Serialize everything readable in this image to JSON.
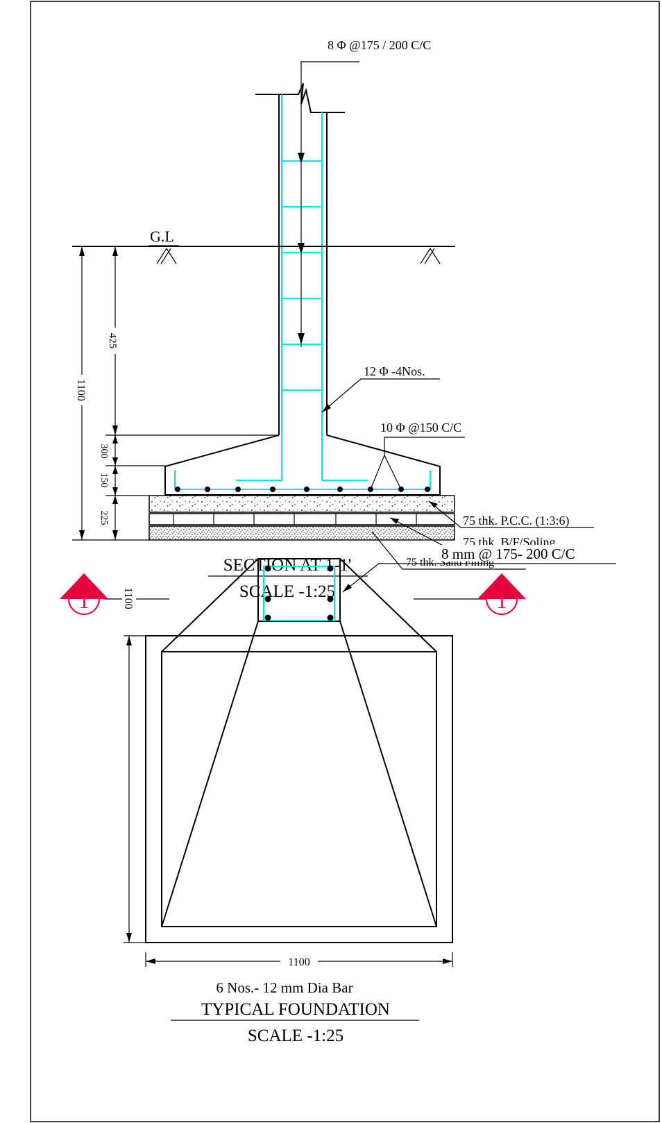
{
  "section": {
    "top_bar_label": "8 Φ @175 / 200 C/C",
    "gl_label": "G.L",
    "main_bar_label": "12 Φ -4Nos.",
    "base_bar_label": "10 Φ @150 C/C",
    "pcc_label": "75 thk. P.C.C. (1:3:6)",
    "soling_label": "75 thk. B/F/Soling",
    "sand_label": "75 thk. Sand Filling",
    "dims": {
      "total": "1100",
      "upper": "425",
      "d300": "300",
      "d150": "150",
      "d225": "225"
    },
    "title": "SECTION AT 1-1'",
    "scale": "SCALE -1:25"
  },
  "plan": {
    "tie_label": "8 mm @ 175- 200 C/C",
    "width_dim": "1100",
    "height_dim": "1100",
    "marker_left": "1",
    "marker_right": "1",
    "bars_note": "6 Nos.- 12 mm Dia Bar",
    "title": "TYPICAL FOUNDATION",
    "scale": "SCALE -1:25"
  },
  "colors": {
    "rebar": "#00e5ee",
    "marker": "#e8003c"
  }
}
